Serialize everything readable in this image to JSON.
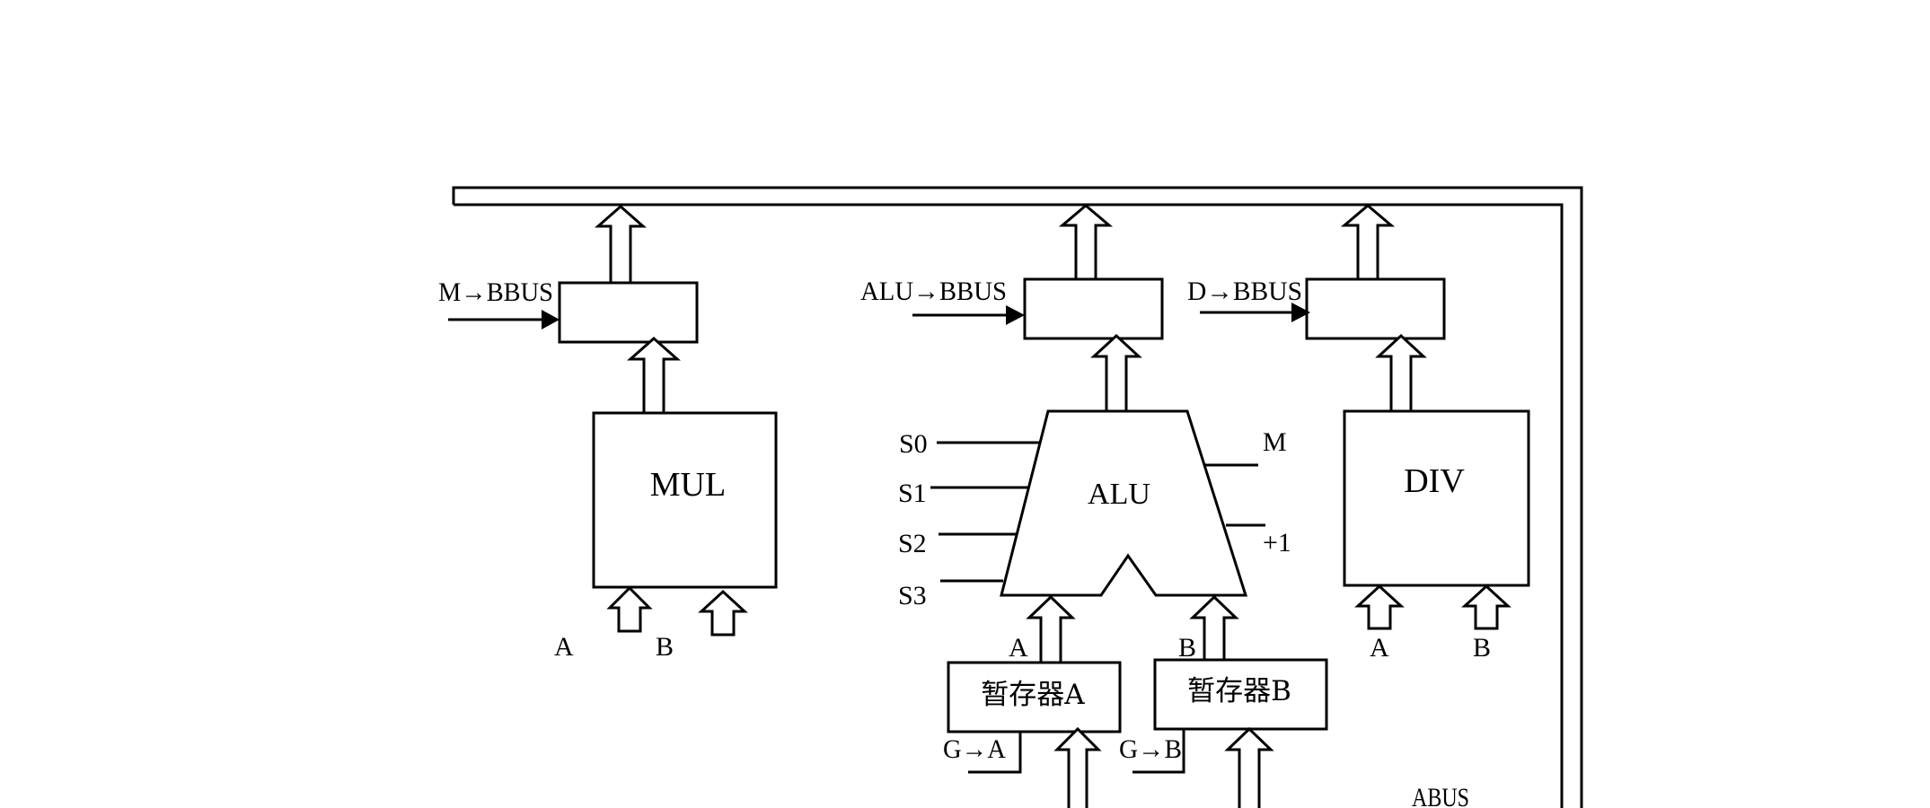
{
  "units": {
    "mul": {
      "label": "MUL",
      "gate_signal": "M→BBUS",
      "input_a": "A",
      "input_b": "B"
    },
    "alu": {
      "label": "ALU",
      "gate_signal": "ALU→BBUS",
      "selects": [
        "S0",
        "S1",
        "S2",
        "S3"
      ],
      "mode": "M",
      "carry": "+1",
      "input_a": "A",
      "input_b": "B"
    },
    "div": {
      "label": "DIV",
      "gate_signal": "D→BBUS",
      "input_a": "A",
      "input_b": "B"
    }
  },
  "registers": {
    "a": {
      "label": "暂存器A",
      "load_signal": "G→A"
    },
    "b": {
      "label": "暂存器B",
      "load_signal": "G→B"
    }
  },
  "bus": {
    "label": "ABUS"
  }
}
